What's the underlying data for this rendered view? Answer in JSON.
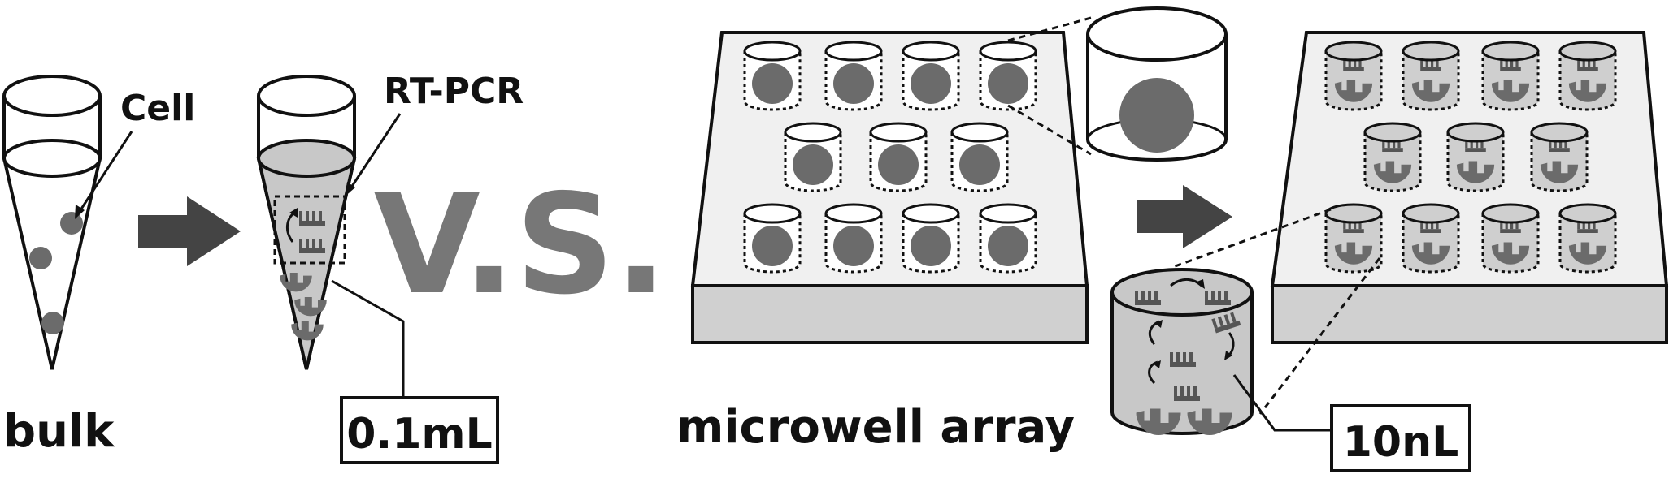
{
  "labels": {
    "cell": "Cell",
    "rtpcr": "RT-PCR",
    "bulk": "bulk",
    "vs": "V.S.",
    "microwell_array": "microwell array",
    "bulk_volume": "0.1mL",
    "well_volume": "10nL"
  },
  "colors": {
    "cell": "#6b6b6b",
    "liquid": "#c8c8c8",
    "vs": "#777777",
    "arrow": "#444444",
    "plate_top": "#f0f0f0",
    "plate_side": "#d0d0d0"
  }
}
